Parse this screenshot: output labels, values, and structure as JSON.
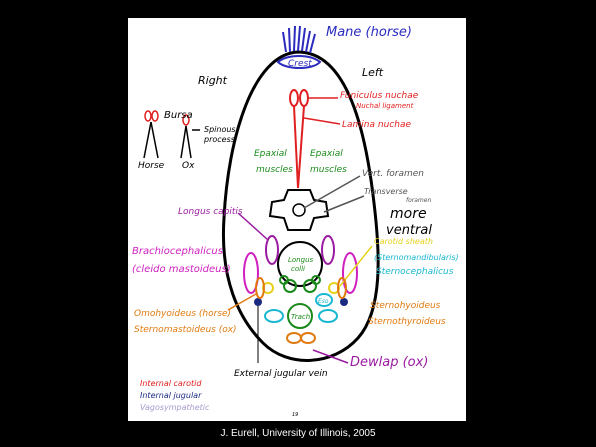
{
  "credit": "J. Eurell, University of Illinois, 2005",
  "page_number": "19",
  "labels": {
    "mane": "Mane (horse)",
    "crest": "Crest",
    "right": "Right",
    "left": "Left",
    "bursa": "Bursa",
    "spinous_process_1": "Spinous",
    "spinous_process_2": "process",
    "horse": "Horse",
    "ox": "Ox",
    "funiculus_nuchae": "Funiculus nuchae",
    "nuchal_ligament": "Nuchal ligament",
    "lamina_nuchae": "Lamina nuchae",
    "epaxial_muscles_left_1": "Epaxial",
    "epaxial_muscles_left_2": "muscles",
    "epaxial_muscles_right_1": "Epaxial",
    "epaxial_muscles_right_2": "muscles",
    "vert_foramen": "Vert. foramen",
    "transverse_foramen_1": "Transverse",
    "transverse_foramen_2": "foramen",
    "more_ventral_1": "more",
    "more_ventral_2": "ventral",
    "longus_capitis": "Longus capitis",
    "longus_colli_1": "Longus",
    "longus_colli_2": "colli",
    "carotid_sheath": "Carotid sheath",
    "brachiocephalicus": "Brachiocephalicus",
    "cleido_mastoideus": "(cleido mastoideus)",
    "sternomandibularis": "(Sternomandibularis)",
    "sternocephalicus": "Sternocephalicus",
    "omohyoideus": "Omohyoideus (horse)",
    "sternomastoideus": "Sternomastoideus (ox)",
    "sternohyoideus": "Sternohyoideus",
    "sternothyroideus": "Sternothyroideus",
    "esophagus": "Eso",
    "trachea": "Trach",
    "dewlap": "Dewlap (ox)",
    "external_jugular": "External jugular vein",
    "internal_carotid": "Internal carotid",
    "internal_jugular": "Internal jugular",
    "vagosympathetic": "Vagosympathetic"
  },
  "colors": {
    "background": "#000000",
    "panel": "#ffffff",
    "outline": "#000000",
    "blue": "#2b2bbf",
    "red": "#e02020",
    "green": "#1a8a1a",
    "gray": "#555555",
    "purple": "#9a1aa0",
    "magenta": "#d020c0",
    "yellow": "#e6d21a",
    "cyan": "#1ab8d0",
    "orange": "#e07a10",
    "darkblue": "#1a2a80",
    "lavender": "#a99ad0"
  }
}
